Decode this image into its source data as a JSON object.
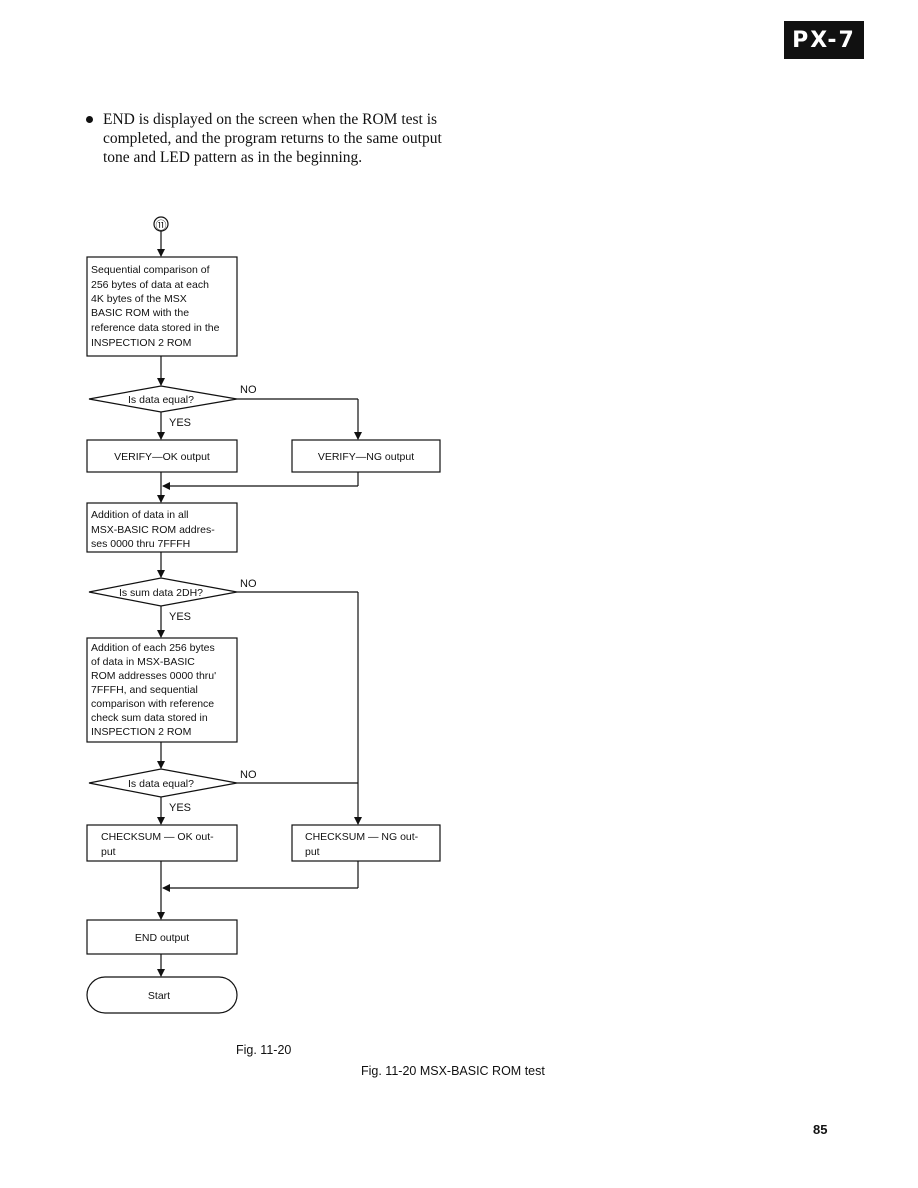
{
  "header": {
    "tab_label": "PX-7"
  },
  "intro": {
    "text": "END is displayed on the screen when the ROM test is completed, and the program returns to the same output tone and LED pattern as in the beginning."
  },
  "flowchart": {
    "connector": "⑪",
    "box1": [
      "Sequential comparison of",
      "256 bytes of data at each",
      "4K bytes of the MSX",
      "BASIC ROM with the",
      "reference data stored in the",
      "INSPECTION 2 ROM"
    ],
    "decision1": "Is data equal?",
    "yes1": "YES",
    "no1": "NO",
    "verify_ok": "VERIFY—OK output",
    "verify_ng": "VERIFY—NG output",
    "box2": [
      "Addition of data in all",
      "MSX-BASIC ROM addres-",
      "ses 0000 thru 7FFFH"
    ],
    "decision2": "Is sum data 2DH?",
    "yes2": "YES",
    "no2": "NO",
    "box3": [
      "Addition of each 256 bytes",
      "of data in MSX-BASIC",
      "ROM addresses 0000 thru'",
      "7FFFH, and sequential",
      "comparison with reference",
      "check sum data stored in",
      "INSPECTION 2 ROM"
    ],
    "decision3": "Is data equal?",
    "yes3": "YES",
    "no3": "NO",
    "checksum_ok": [
      "CHECKSUM — OK out-",
      "put"
    ],
    "checksum_ng": [
      "CHECKSUM — NG out-",
      "put"
    ],
    "end_output": "END output",
    "start": "Start"
  },
  "captions": {
    "fig_short": "Fig. 11-20",
    "fig_full": "Fig. 11-20 MSX-BASIC ROM test"
  },
  "page_number": "85"
}
